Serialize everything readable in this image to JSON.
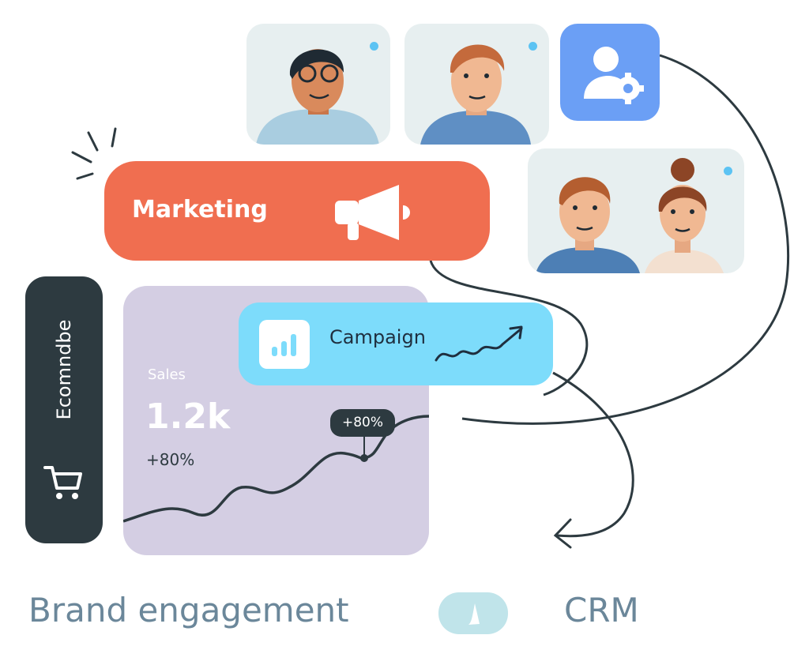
{
  "marketing": {
    "label": "Marketing",
    "icon": "megaphone-icon",
    "color": "#f06e50"
  },
  "campaign": {
    "label": "Campaign",
    "icon": "bar-chart-icon",
    "color": "#7ddcfb"
  },
  "ecommerce": {
    "label": "Ecomndbe",
    "icon": "shopping-cart-icon",
    "color": "#2d3a40"
  },
  "sales": {
    "label": "Sales",
    "value": "1.2k",
    "change": "+80%",
    "tooltip": "+80%",
    "color": "#d4cee3"
  },
  "admin": {
    "icon": "user-settings-icon",
    "color": "#6b9ff5"
  },
  "footer": {
    "brand": "Brand engagement",
    "crm": "CRM",
    "toggle_color": "#c0e4ea"
  }
}
